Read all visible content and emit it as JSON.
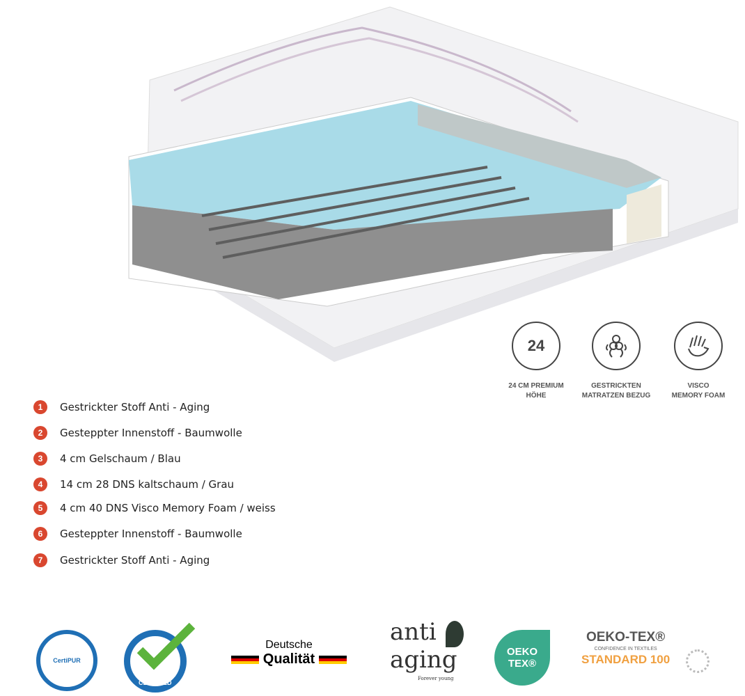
{
  "features": [
    {
      "icon": "number-24-icon",
      "value": "24",
      "label": "24 CM PREMIUM\nHÖHE"
    },
    {
      "icon": "knit-icon",
      "label": "GESTRICKTEN\nMATRATZEN BEZUG"
    },
    {
      "icon": "hand-icon",
      "label": "VISCO\nMEMORY FOAM"
    }
  ],
  "layers": [
    {
      "n": "1",
      "text": "Gestrickter Stoff Anti - Aging"
    },
    {
      "n": "2",
      "text": "Gesteppter Innenstoff  - Baumwolle"
    },
    {
      "n": "3",
      "text": "4 cm  Gelschaum / Blau"
    },
    {
      "n": "4",
      "text": "14 cm 28 DNS kaltschaum / Grau"
    },
    {
      "n": "5",
      "text": "4 cm 40 DNS Visco Memory Foam / weiss"
    },
    {
      "n": "6",
      "text": "Gesteppter Innenstoff - Baumwolle"
    },
    {
      "n": "7",
      "text": "Gestrickter Stoff Anti - Aging"
    }
  ],
  "badges": {
    "certipur": "CertiPUR",
    "certified": "CERTIFIED",
    "deutsche_top": "Deutsche",
    "deutsche_bottom": "Qualität",
    "anti": "anti",
    "aging": "aging",
    "forever": "Forever young",
    "oeko1": "OEKO",
    "oeko2": "TEX®",
    "oekotex_title": "OEKO-TEX®",
    "oekotex_sub": "CONFIDENCE IN TEXTILES",
    "oekotex_std": "STANDARD 100"
  },
  "colors": {
    "gel": "#a9dbe8",
    "foam": "#8f8f8f",
    "number": "#d9472f",
    "oeko": "#3aaa8c",
    "std": "#f0a040"
  }
}
